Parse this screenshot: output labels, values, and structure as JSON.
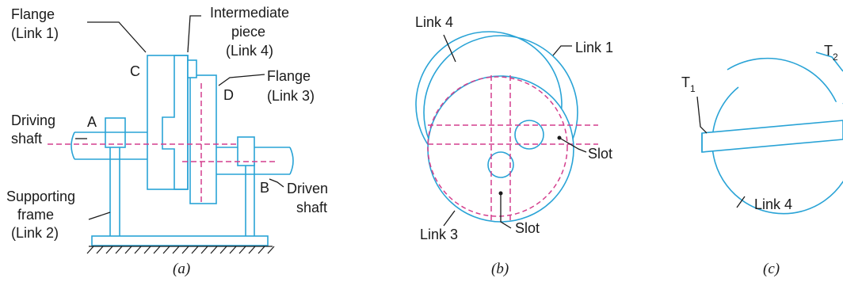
{
  "figure_a": {
    "label_flange1_line1": "Flange",
    "label_flange1_line2": "(Link 1)",
    "label_intermediate_line1": "Intermediate",
    "label_intermediate_line2": "piece",
    "label_intermediate_line3": "(Link 4)",
    "label_flange3_line1": "Flange",
    "label_flange3_line2": "(Link 3)",
    "label_driving_line1": "Driving",
    "label_driving_line2": "shaft",
    "label_driven_line1": "Driven",
    "label_driven_line2": "shaft",
    "label_frame_line1": "Supporting",
    "label_frame_line2": "frame",
    "label_frame_line3": "(Link 2)",
    "point_a": "A",
    "point_b": "B",
    "point_c": "C",
    "point_d": "D",
    "caption": "(a)"
  },
  "figure_b": {
    "label_link4": "Link 4",
    "label_link1": "Link 1",
    "label_link3": "Link 3",
    "label_slot_right": "Slot",
    "label_slot_bottom": "Slot",
    "caption": "(b)"
  },
  "figure_c": {
    "label_t1": "T",
    "label_t1_sub": "1",
    "label_t2": "T",
    "label_t2_sub": "2",
    "label_link4": "Link 4",
    "caption": "(c)"
  },
  "colors": {
    "outline": "#29a3d6",
    "centerline": "#d43f8d",
    "text": "#1a1a1a"
  }
}
